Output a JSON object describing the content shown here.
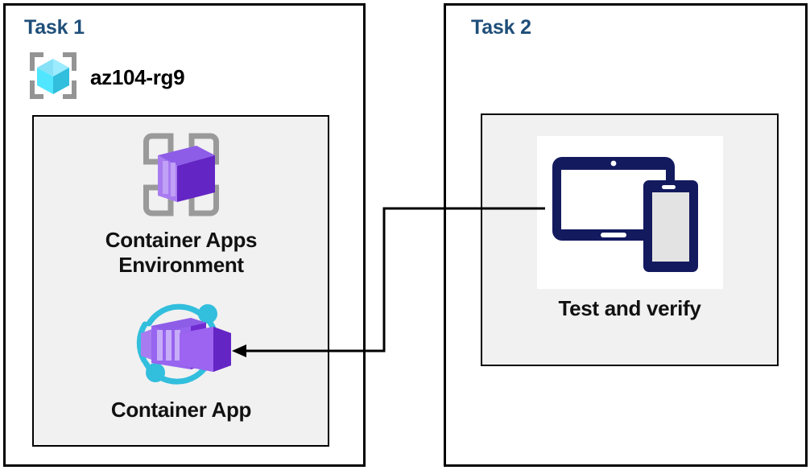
{
  "diagram": {
    "title": "Azure Container Apps task diagram",
    "background": "#ffffff",
    "colors": {
      "task_title": "#1F4E79",
      "panel_fill": "#F1F1F1",
      "outline": "#000000",
      "container_purple_dark": "#6B2FD4",
      "container_purple_light": "#A87BF0",
      "accent_cyan": "#32BEDD",
      "device_navy": "#141A5E",
      "bracket_gray": "#949494"
    }
  },
  "tasks": [
    {
      "id": "task1",
      "title": "Task 1",
      "resource_group": {
        "label": "az104-rg9",
        "icon": "resource-group-icon"
      },
      "nodes": [
        {
          "id": "container-apps-environment",
          "label": "Container Apps\nEnvironment",
          "label_line1": "Container Apps",
          "label_line2": "Environment",
          "icon": "container-apps-environment-icon"
        },
        {
          "id": "container-app",
          "label": "Container App",
          "icon": "container-app-icon"
        }
      ]
    },
    {
      "id": "task2",
      "title": "Task 2",
      "nodes": [
        {
          "id": "test-and-verify",
          "label": "Test and verify",
          "icon": "devices-icon"
        }
      ]
    }
  ],
  "connectors": [
    {
      "id": "test-to-container-app",
      "from": "test-and-verify",
      "to": "container-app",
      "arrow": "end",
      "style": "orthogonal"
    }
  ]
}
